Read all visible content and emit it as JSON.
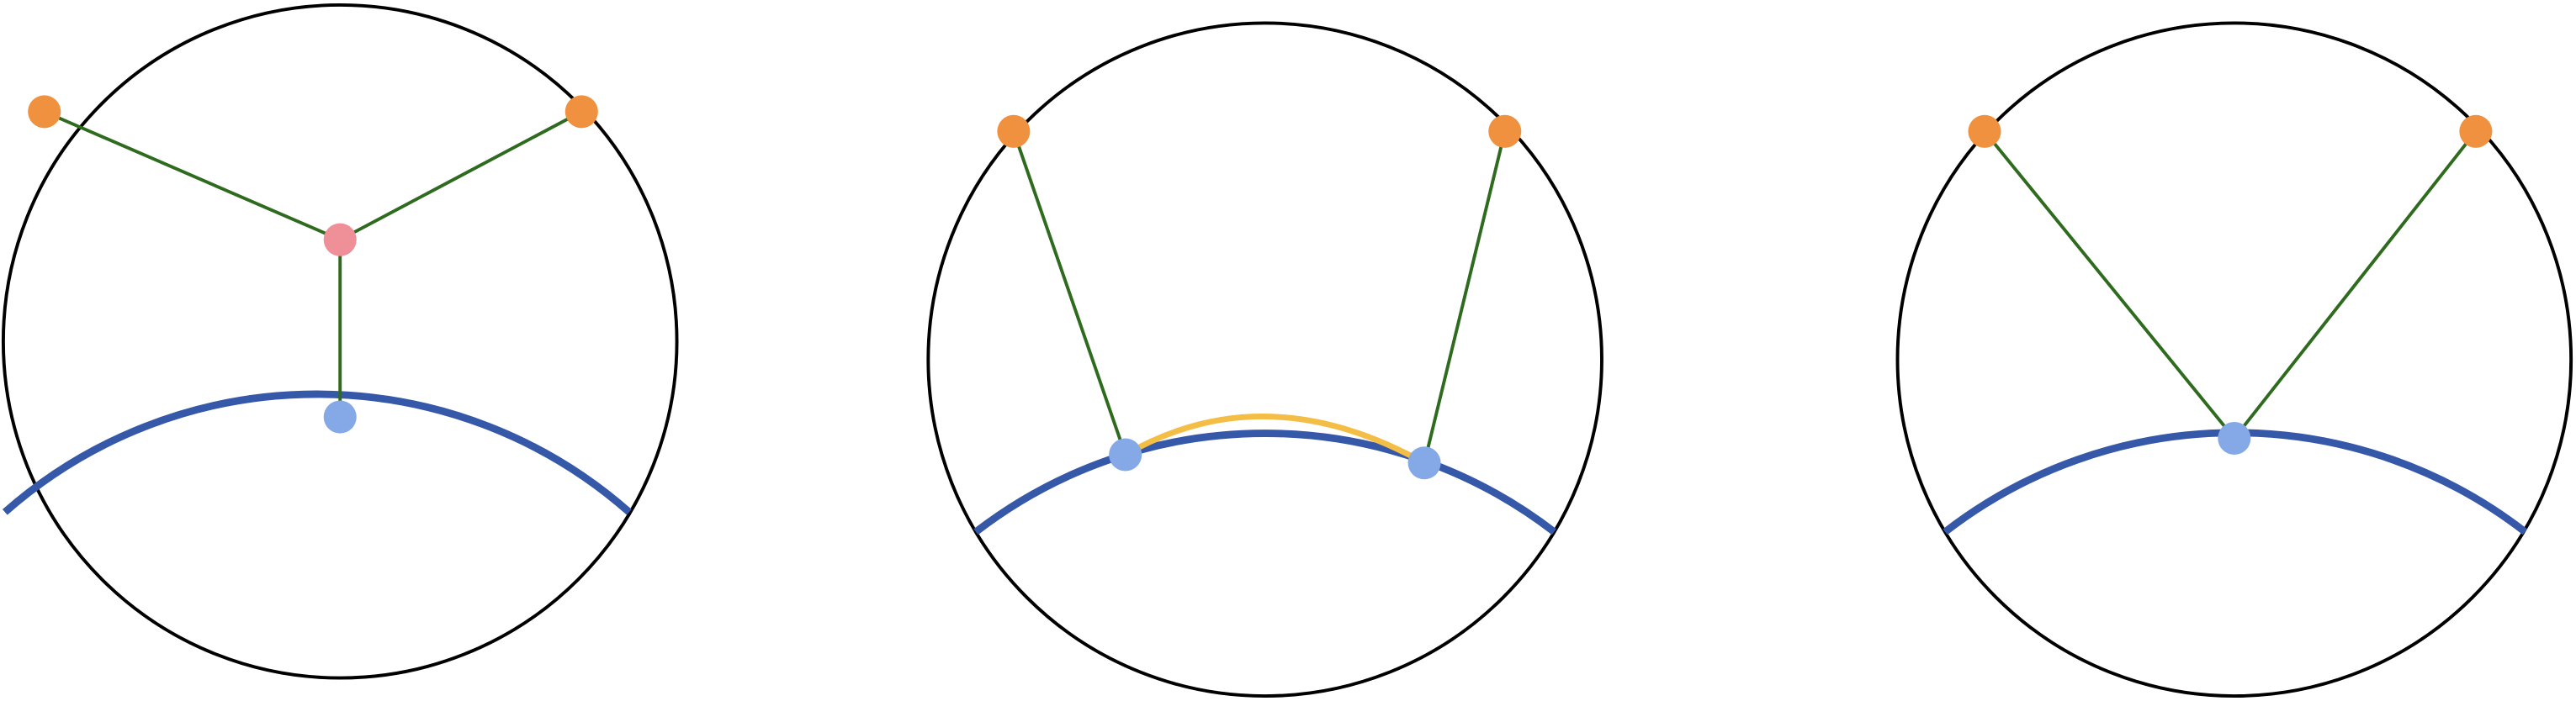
{
  "colors": {
    "circle": "#000000",
    "boundary_curve": "#3558a8",
    "edge": "#2e6b1e",
    "endpoint_orange": "#f0913f",
    "vertex_pink": "#ef8f98",
    "vertex_blue": "#84a9e6",
    "highlight_yellow": "#f4bd45"
  },
  "panels": [
    {
      "vertices": {
        "orange": 2,
        "pink": 1,
        "blue": 1
      },
      "edges": 3
    },
    {
      "vertices": {
        "orange": 2,
        "blue": 2
      },
      "edges": 2,
      "has_yellow_arc": true
    },
    {
      "vertices": {
        "orange": 2,
        "blue": 1
      },
      "edges": 2
    }
  ]
}
